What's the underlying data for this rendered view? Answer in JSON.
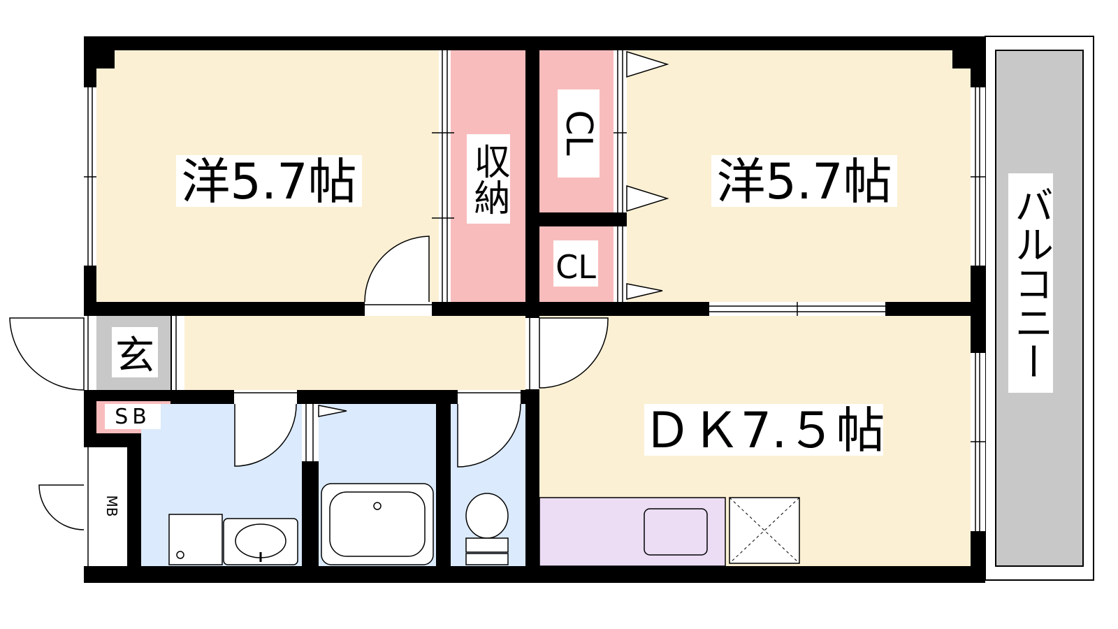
{
  "rooms": {
    "western_left": "洋5.7帖",
    "western_right": "洋5.7帖",
    "storage": "収納",
    "closet_large": "CL",
    "closet_small": "CL",
    "entrance": "玄",
    "shoe_box": "SB",
    "meter_box": "MB",
    "dining_kitchen": "ＤＫ7.５帖",
    "balcony": "バルコニー"
  },
  "colors": {
    "room_floor": "#fcf0d4",
    "storage_pink": "#f8bcbc",
    "wet_area_blue": "#dbeafc",
    "entrance_gray": "#c8c8c8",
    "kitchen_lavender": "#ecdcf4",
    "balcony_gray": "#c8c8c8",
    "wall": "#000000"
  }
}
